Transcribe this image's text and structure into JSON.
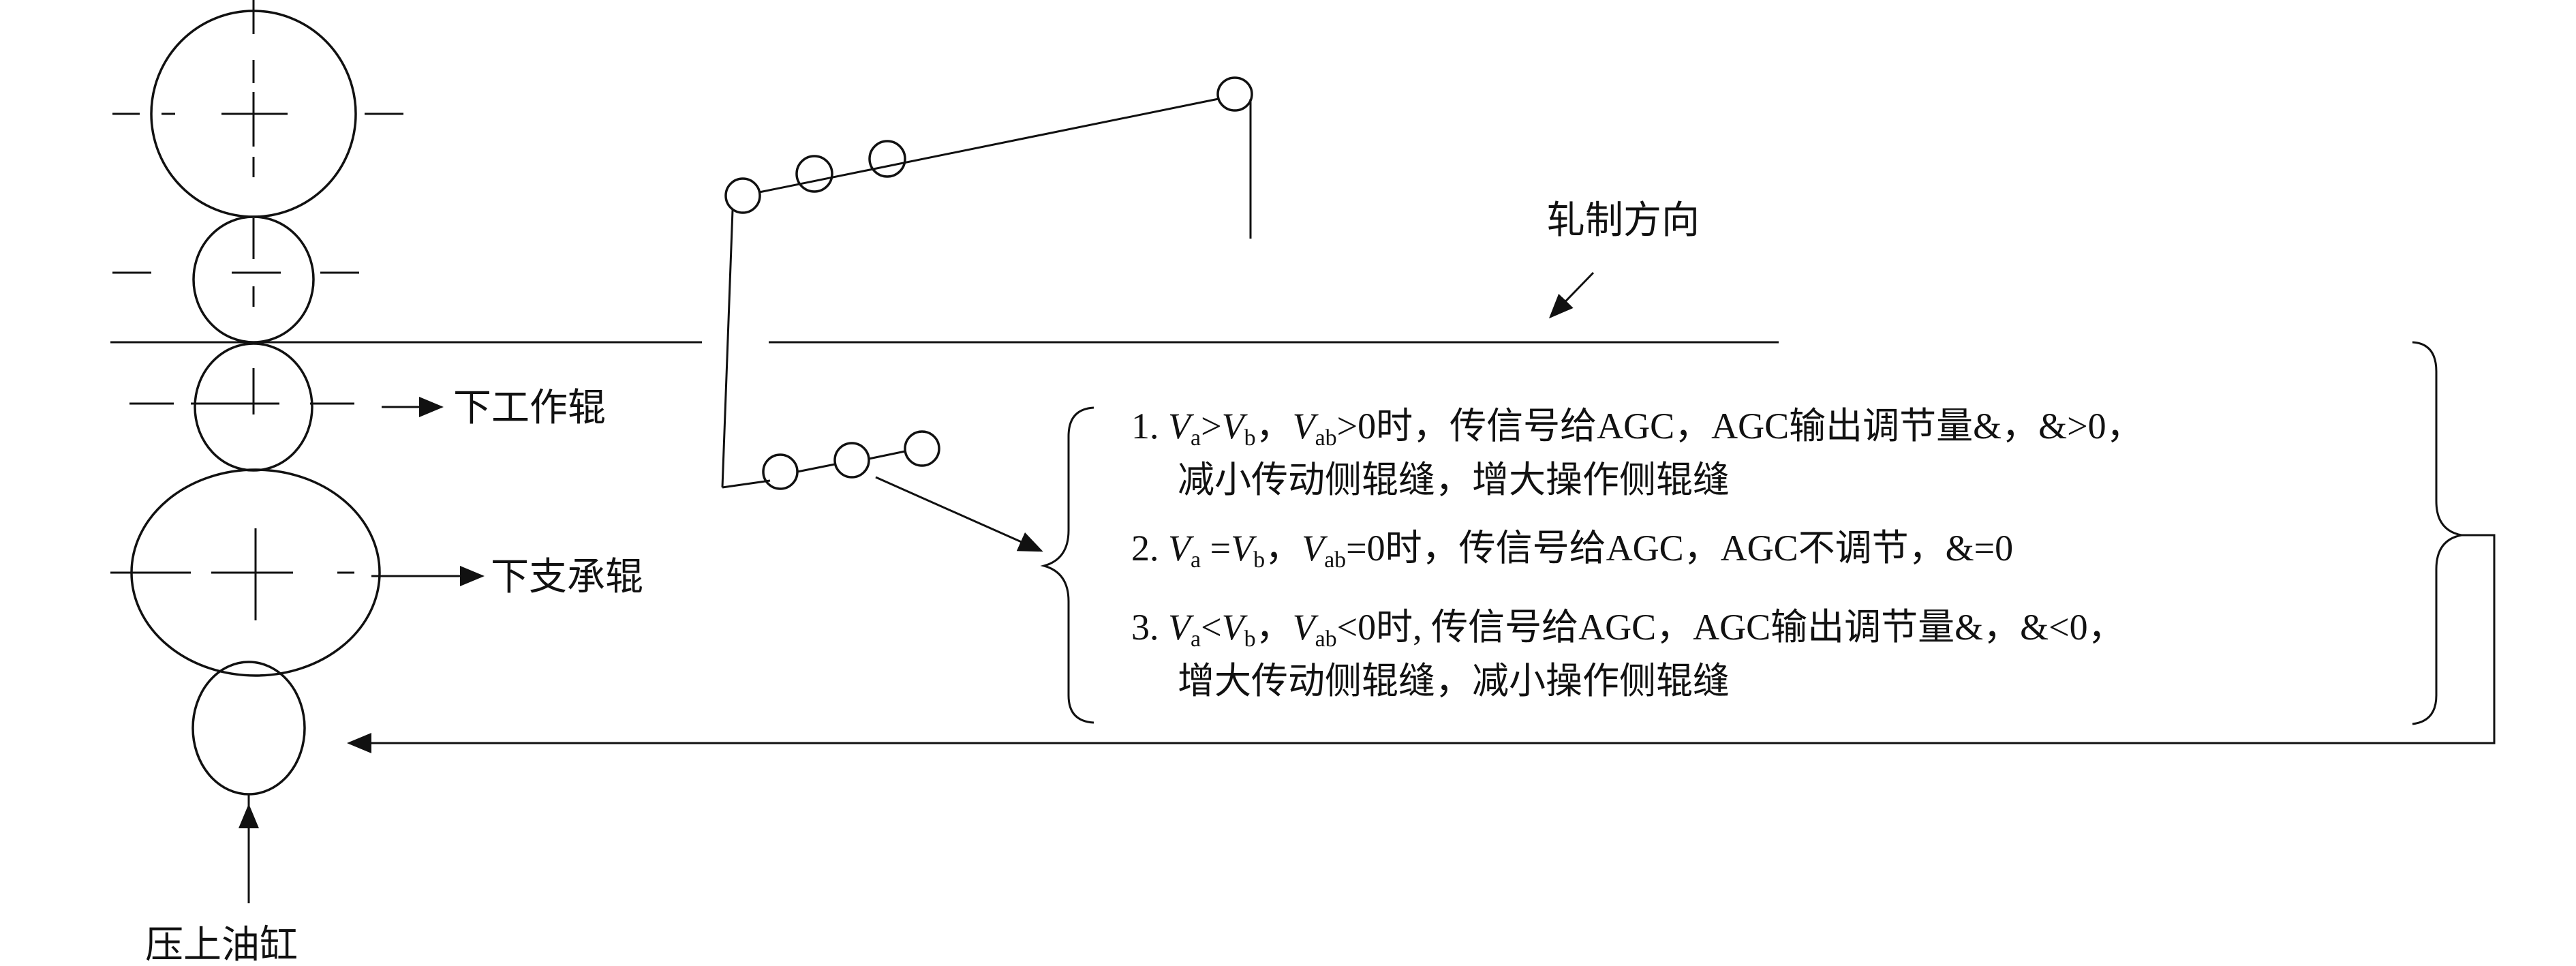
{
  "labels": {
    "lower_work_roll": "下工作辊",
    "lower_backup_roll": "下支承辊",
    "hydraulic_cylinder": "压上油缸",
    "rolling_direction": "轧制方向"
  },
  "rules": [
    {
      "num": "1. ",
      "va": "V",
      "va_sub": "a",
      "op": ">",
      "vb": "V",
      "vb_sub": "b",
      "sep": "，",
      "vab": "V",
      "vab_sub": "ab",
      "cond": ">0时，传信号给AGC，AGC输出调节量&，&>0，",
      "line2": "减小传动侧辊缝，增大操作侧辊缝"
    },
    {
      "num": "2. ",
      "va": "V",
      "va_sub": "a",
      "op": " =",
      "vb": "V",
      "vb_sub": "b",
      "sep": "，",
      "vab": "V",
      "vab_sub": "ab",
      "cond": "=0时，传信号给AGC，AGC不调节，&=0",
      "line2": ""
    },
    {
      "num": "3. ",
      "va": "V",
      "va_sub": "a",
      "op": "<",
      "vb": "V",
      "vb_sub": "b",
      "sep": "，",
      "vab": "V",
      "vab_sub": "ab",
      "cond": "<0时, 传信号给AGC，AGC输出调节量&，&<0，",
      "line2": "增大传动侧辊缝，减小操作侧辊缝"
    }
  ]
}
